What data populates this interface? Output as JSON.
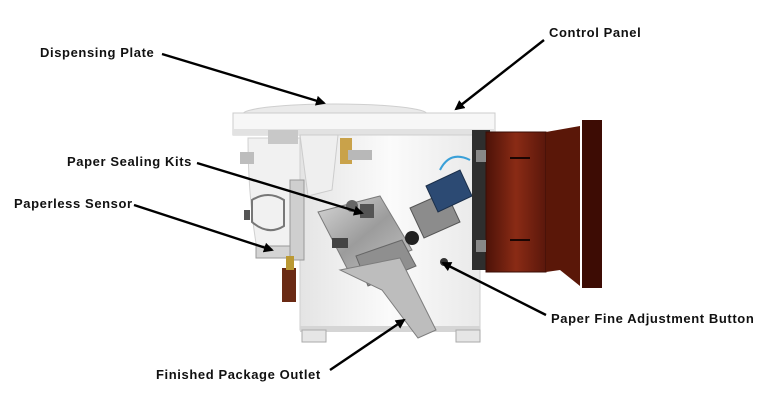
{
  "labels": {
    "dispensing_plate": "Dispensing Plate",
    "control_panel": "Control Panel",
    "paper_sealing_kits": "Paper Sealing Kits",
    "paperless_sensor": "Paperless Sensor",
    "paper_fine_adjustment_button": "Paper Fine Adjustment Button",
    "finished_package_outlet": "Finished Package Outlet"
  },
  "colors": {
    "label_text": "#111111",
    "arrow": "#000000",
    "body": "#f2f2f2",
    "door": "#6e1f10",
    "steel": "#a9a9a9"
  }
}
